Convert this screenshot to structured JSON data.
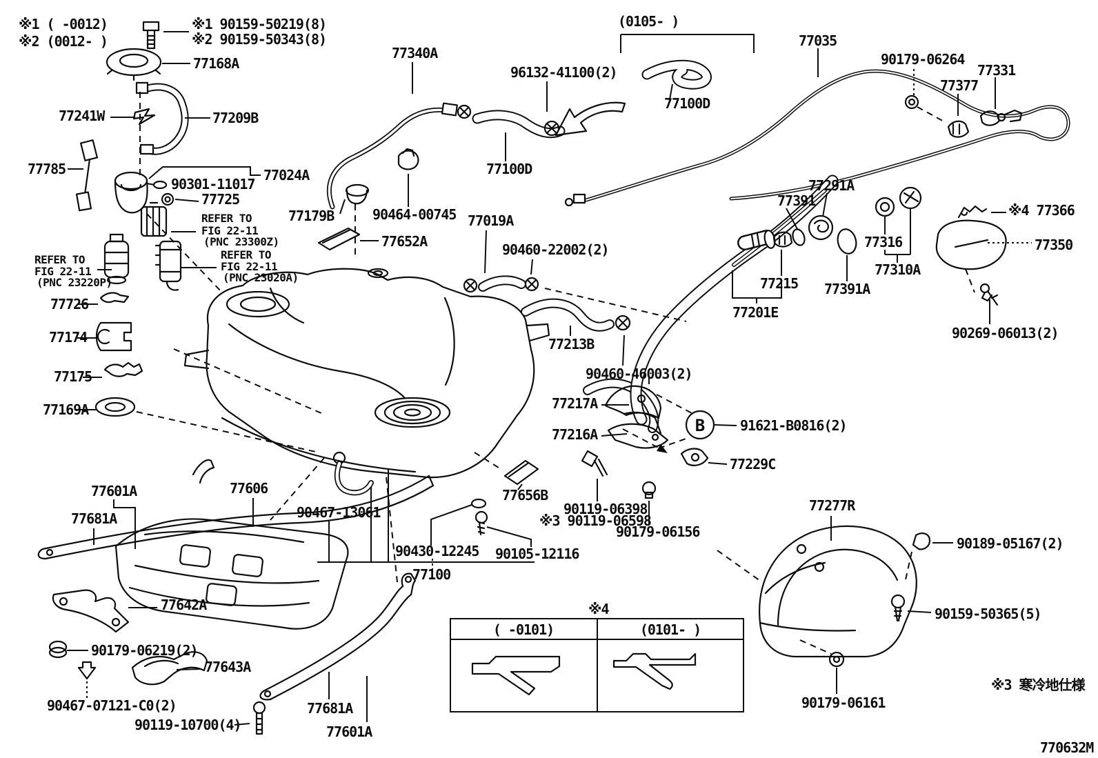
{
  "diagram": {
    "type": "exploded-parts-diagram",
    "subject": "fuel tank and tube",
    "footer_code": "770632M",
    "callout_b": "B",
    "notes": {
      "note1": "※1 (    -0012)",
      "note2": "※2 (0012-    )",
      "note_0105": "(0105-      )",
      "note4": "※4",
      "cold_spec": "※3 寒冷地仕様"
    },
    "table": {
      "col_left": "(   -0101)",
      "col_right": "(0101-   )"
    },
    "refer_blocks": {
      "r23300z": {
        "l1": "REFER TO",
        "l2": "FIG 22-11",
        "l3": "(PNC 23300Z)"
      },
      "r23220p": {
        "l1": "REFER TO",
        "l2": "FIG 22-11",
        "l3": "(PNC 23220P)"
      },
      "r23020a": {
        "l1": "REFER TO",
        "l2": "FIG 22-11",
        "l3": "(PNC 23020A)"
      }
    },
    "labels": {
      "n90159_50219": "※1 90159-50219(8)",
      "n90159_50343": "※2 90159-50343(8)",
      "p77168A": "77168A",
      "p77241W": "77241W",
      "p77209B": "77209B",
      "p77785": "77785",
      "p77024A": "77024A",
      "p90301_11017": "90301-11017",
      "p77725": "77725",
      "p77726": "77726",
      "p77174": "77174",
      "p77175": "77175",
      "p77169A": "77169A",
      "p77340A": "77340A",
      "p96132_41100": "96132-41100(2)",
      "p77100D_center": "77100D",
      "p77100D_right": "77100D",
      "p77035": "77035",
      "p90179_06264": "90179-06264",
      "p77377": "77377",
      "p77331": "77331",
      "p77179B": "77179B",
      "p90464_00745": "90464-00745",
      "p77652A": "77652A",
      "p77019A": "77019A",
      "p90460_22002": "90460-22002(2)",
      "p77291A": "77291A",
      "p77391": "77391",
      "p77366": "※4 77366",
      "p77316": "77316",
      "p77350": "77350",
      "p77310A": "77310A",
      "p77215": "77215",
      "p77391A": "77391A",
      "p77201E": "77201E",
      "p90269_06013": "90269-06013(2)",
      "p77213B": "77213B",
      "p90460_46003": "90460-46003(2)",
      "p77217A": "77217A",
      "p77216A": "77216A",
      "p91621_B0816": "91621-B0816(2)",
      "p77229C": "77229C",
      "p90119_06398": "90119-06398",
      "p90119_06598": "※3 90119-06598",
      "p90179_06156": "90179-06156",
      "p77656B": "77656B",
      "p90430_12245": "90430-12245",
      "p90105_12116": "90105-12116",
      "p77100": "77100",
      "p77601A_left": "77601A",
      "p77681A_left": "77681A",
      "p77606": "77606",
      "p90467_13061": "90467-13061",
      "p77642A": "77642A",
      "p90179_06219": "90179-06219(2)",
      "p77643A": "77643A",
      "p90467_07121": "90467-07121-C0(2)",
      "p90119_10700": "90119-10700(4)",
      "p77681A_right": "77681A",
      "p77601A_right": "77601A",
      "p77277R": "77277R",
      "p90189_05167": "90189-05167(2)",
      "p90159_50365": "90159-50365(5)",
      "p90179_06161": "90179-06161"
    }
  }
}
